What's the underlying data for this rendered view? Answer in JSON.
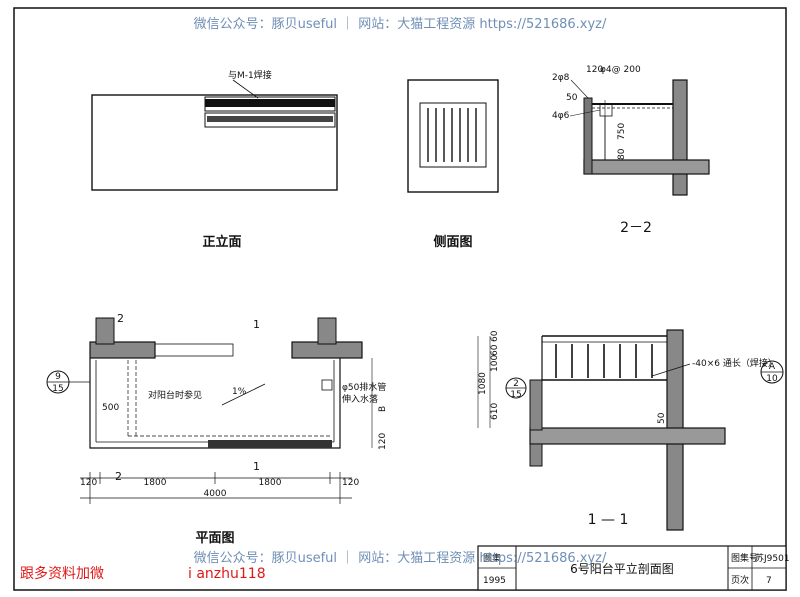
{
  "watermark_top": "微信公众号：豚贝useful ｜ 网站：大猫工程资源 https://521686.xyz/",
  "watermark_bottom": "微信公众号：豚贝useful ｜ 网站：大猫工程资源 https://521686.xyz/",
  "promo_left": "跟多资料加微",
  "promo_right": "i anzhu118",
  "views": {
    "front": "正立面",
    "side": "侧面图",
    "section22": "2－2",
    "plan": "平面图",
    "section11": "1 — 1"
  },
  "front_callout": "与M-1焊接",
  "sec22": {
    "bar_top": "120",
    "rebar_top": "φ4@ 200",
    "rebar_a": "2φ8",
    "rebar_b": "4φ6",
    "h_a": "50",
    "h_b": "750",
    "h_c": "80"
  },
  "plan": {
    "note_a": "对阳台时参见",
    "slope": "1%",
    "drain": "φ50排水管",
    "drain2": "伸入水落",
    "dim_500": "500",
    "dim_b": "B",
    "dim_120_side": "120",
    "cut2": "2",
    "cut1": "1",
    "ref_top": "9",
    "ref_bot": "15"
  },
  "plan_dims": {
    "left": "120",
    "mid1": "1800",
    "mid2": "1800",
    "right": "120",
    "total": "4000"
  },
  "sec11": {
    "h_total": "1080",
    "h_a": "610",
    "h_b": "100",
    "h_c": "60",
    "h_d": "60",
    "h_e": "50",
    "ref_top": "2",
    "ref_bot": "15",
    "note": "-40×6 通长（焊接）",
    "ref_a": "A",
    "ref_a_bot": "10",
    "dim_50": "50"
  },
  "title_block": {
    "title": "6号阳台平立剖面图",
    "year_label": "图集",
    "year": "1995",
    "atlas_label": "图集号",
    "atlas_no": "苏J9501",
    "page_label": "页次",
    "page_no": "7"
  }
}
